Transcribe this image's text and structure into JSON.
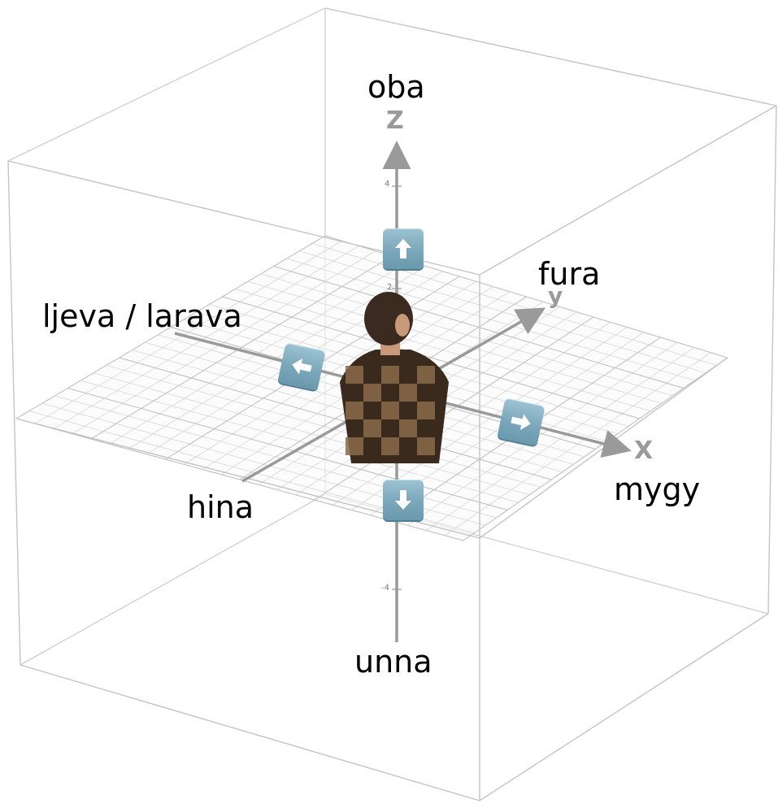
{
  "directions": {
    "up": "oba",
    "down": "unna",
    "left": "ljeva / larava",
    "back": "hina",
    "right": "mygy",
    "forward": "fura"
  },
  "axes": {
    "x": "X",
    "y": "y",
    "z": "Z"
  },
  "ticks": {
    "z_pos": "4",
    "z_neg": "-4",
    "z_small": "2"
  },
  "colors": {
    "key_face": "#7aa7bb",
    "axis": "#9a9a9a",
    "grid": "#d0d0d0",
    "box_edge": "#c8c8c8"
  },
  "icons": [
    "arrow-up-icon",
    "arrow-down-icon",
    "arrow-left-icon",
    "arrow-right-icon",
    "person-figure"
  ]
}
